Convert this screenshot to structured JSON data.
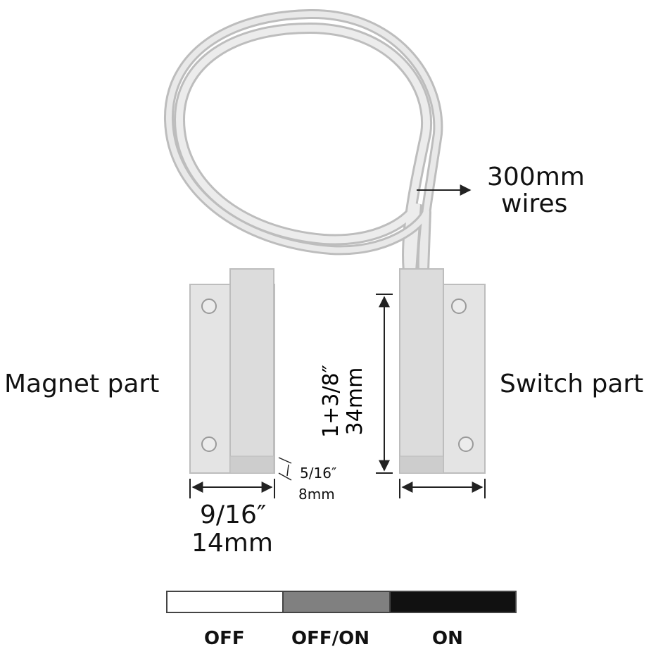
{
  "labels": {
    "wires_top": "300mm",
    "wires_bottom": "wires",
    "magnet": "Magnet part",
    "switch": "Switch part",
    "height_in": "1+3/8″",
    "height_mm": "34mm",
    "depth_in": "5/16″",
    "depth_mm": "8mm",
    "width_in": "9/16″",
    "width_mm": "14mm"
  },
  "legend": {
    "segments": [
      {
        "label": "OFF",
        "color": "#ffffff"
      },
      {
        "label": "OFF/ON",
        "color": "#808080"
      },
      {
        "label": "ON",
        "color": "#111111"
      }
    ]
  },
  "colors": {
    "device_face": "#e4e4e4",
    "device_shade": "#c9c9c9",
    "device_edge": "#bdbdbd",
    "wire": "#dcdcdc",
    "ink": "#222222"
  }
}
